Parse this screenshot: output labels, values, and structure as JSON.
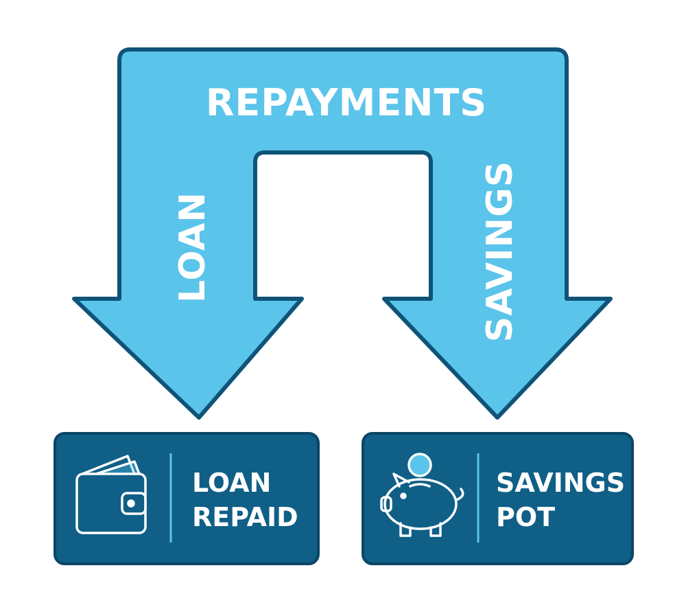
{
  "colors": {
    "arrow_fill": "#5bc4ea",
    "outline": "#0f5478",
    "box_fill": "#0f5f87",
    "box_border": "#0b4565",
    "divider": "#5bc4ea",
    "coin": "#5bc4ea",
    "text": "#ffffff"
  },
  "arrow": {
    "top_label": "REPAYMENTS",
    "left_label": "LOAN",
    "right_label": "SAVINGS"
  },
  "boxes": {
    "loan": {
      "icon": "wallet-icon",
      "line1": "LOAN",
      "line2": "REPAID"
    },
    "savings": {
      "icon": "piggy-bank-icon",
      "line1": "SAVINGS",
      "line2": "POT"
    }
  }
}
